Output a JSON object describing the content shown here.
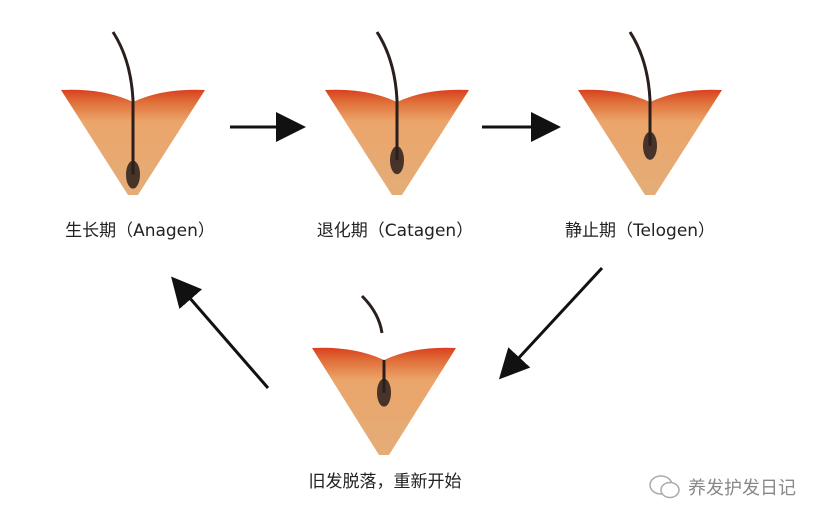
{
  "stages": [
    {
      "id": "anagen",
      "label": "生长期（Anagen）",
      "phase": "growth"
    },
    {
      "id": "catagen",
      "label": "退化期（Catagen）",
      "phase": "regression"
    },
    {
      "id": "telogen",
      "label": "静止期（Telogen）",
      "phase": "resting"
    },
    {
      "id": "shedding",
      "label": "旧发脱落，重新开始",
      "phase": "shedding"
    }
  ],
  "watermark": {
    "icon": "wechat-icon",
    "text": "养发护发日记"
  },
  "colors": {
    "skin_top": "#d9401f",
    "skin_body": "#e8a062",
    "hair": "#2a1f1c",
    "arrow": "#111111"
  }
}
